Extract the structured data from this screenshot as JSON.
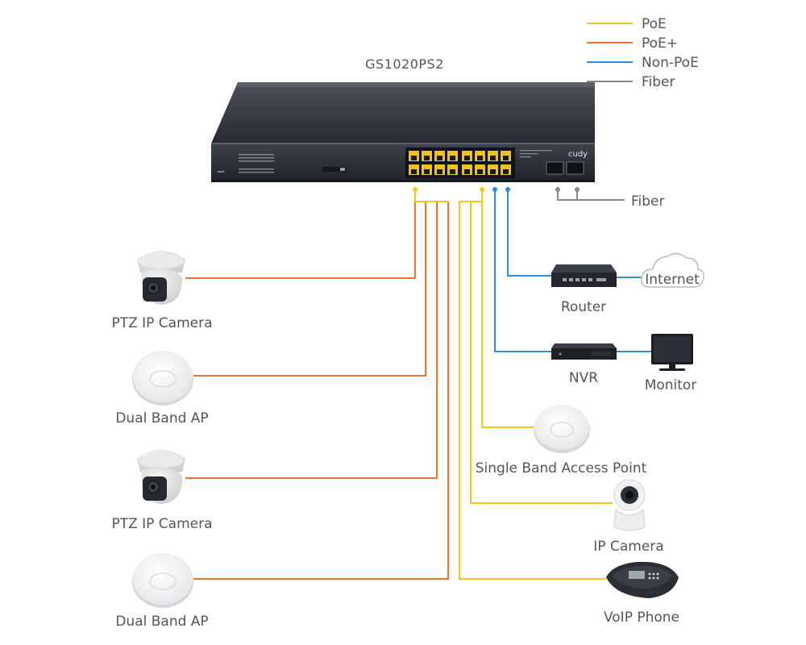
{
  "title": "GS1020PS2",
  "brand": "cudy",
  "legend": [
    {
      "label": "PoE",
      "color": "#f5c518"
    },
    {
      "label": "PoE+",
      "color": "#e8762e"
    },
    {
      "label": "Non-PoE",
      "color": "#2f8fd8"
    },
    {
      "label": "Fiber",
      "color": "#8a8a8a"
    }
  ],
  "fiber_label": "Fiber",
  "devices": {
    "ptz_camera_1": "PTZ IP Camera",
    "dual_ap_1": "Dual Band AP",
    "ptz_camera_2": "PTZ IP Camera",
    "dual_ap_2": "Dual Band AP",
    "router": "Router",
    "internet": "Internet",
    "nvr": "NVR",
    "monitor": "Monitor",
    "single_ap": "Single Band Access Point",
    "ip_camera": "IP Camera",
    "voip_phone": "VoIP Phone"
  }
}
